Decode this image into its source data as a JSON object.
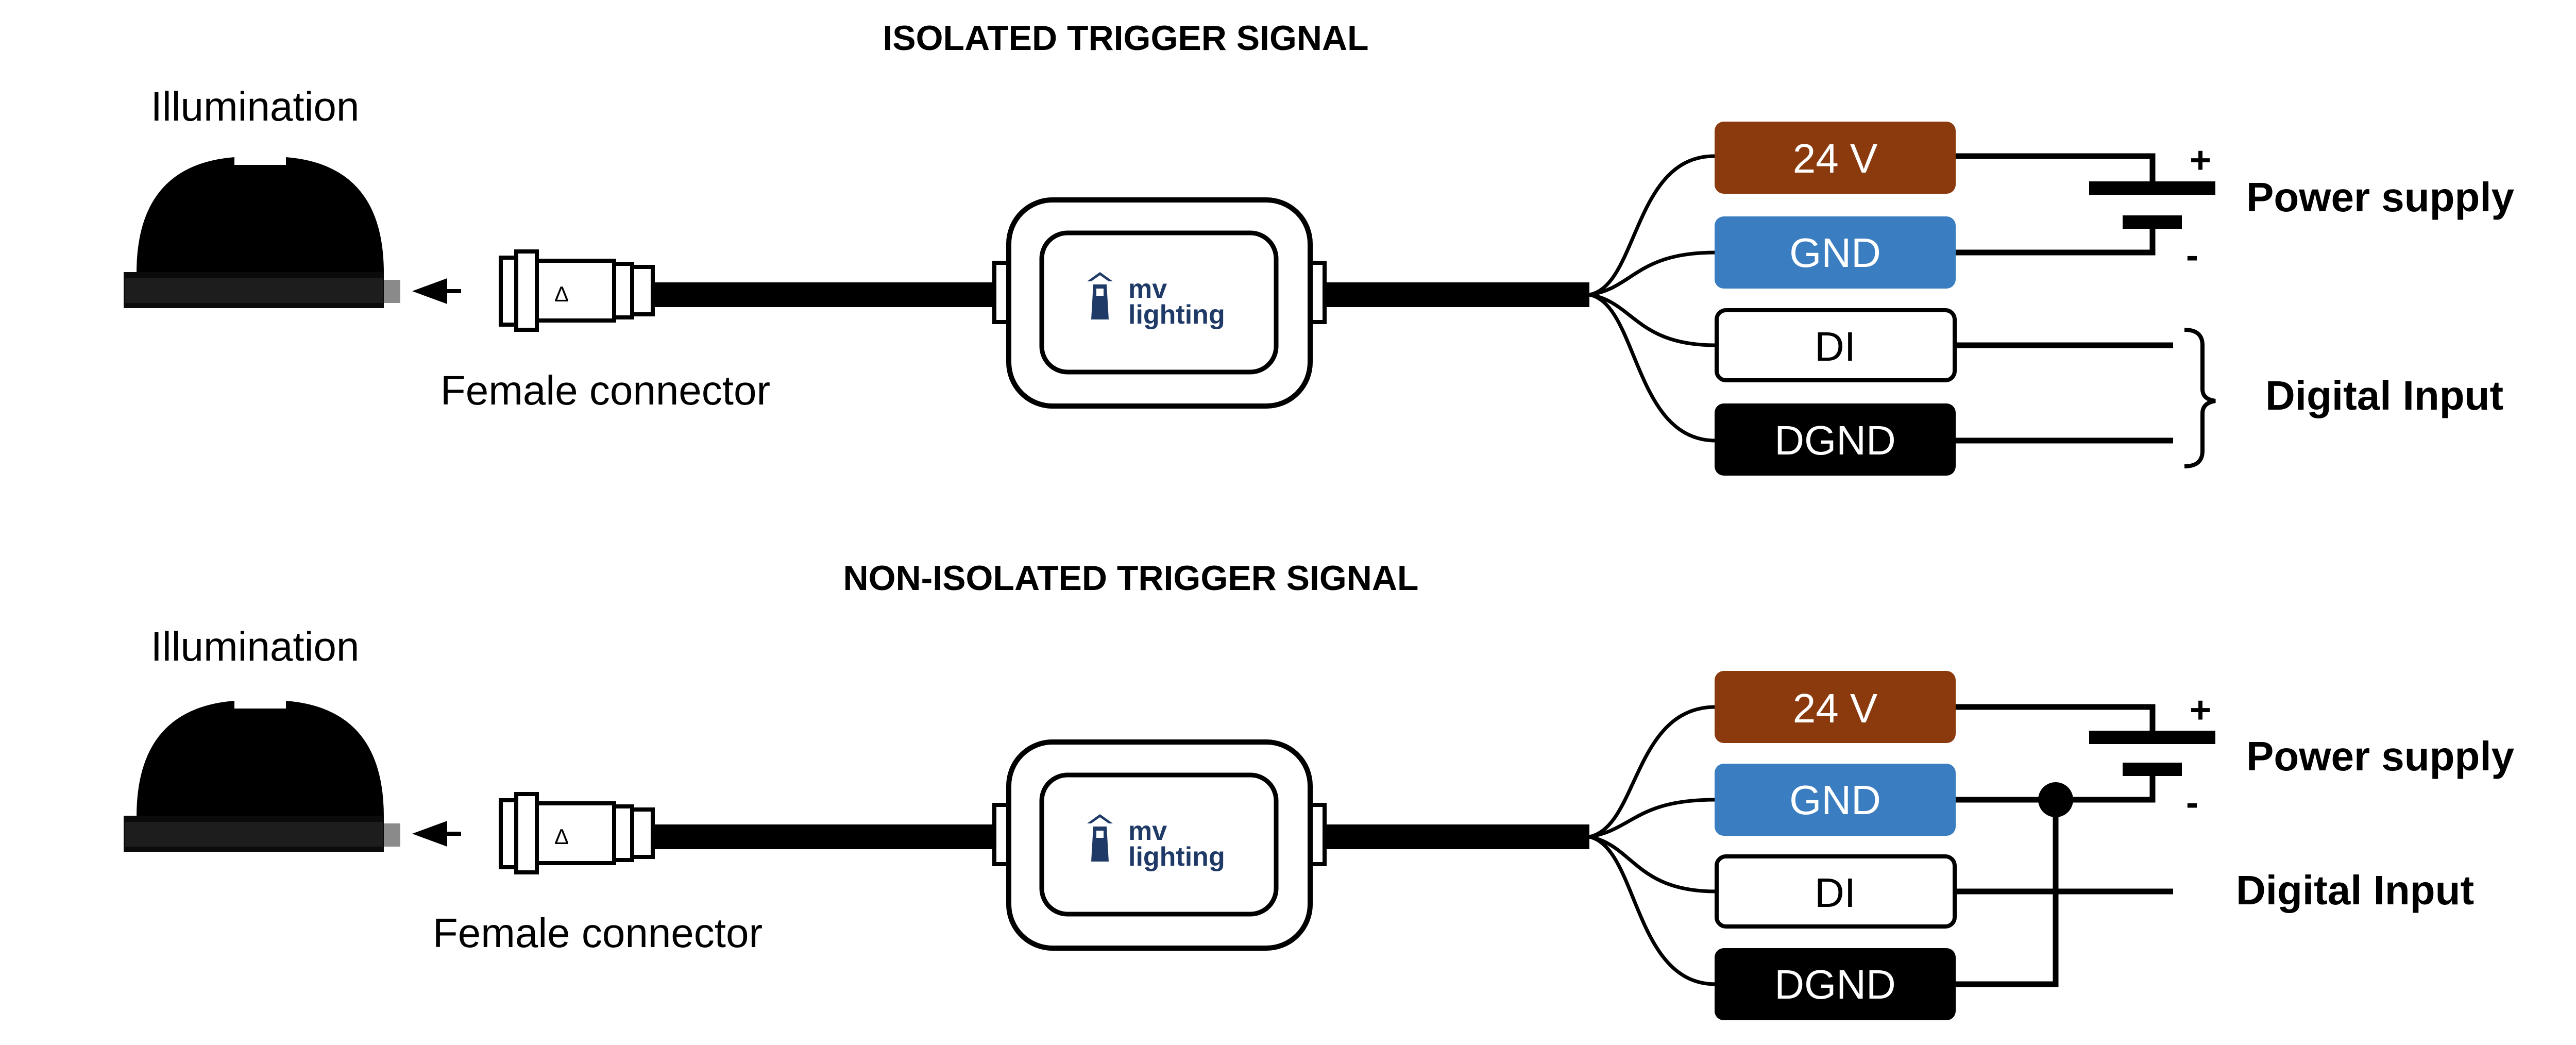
{
  "colors": {
    "v24_fill": "#8B3A0E",
    "gnd_fill": "#3A7DC0",
    "di_fill": "#FFFFFF",
    "dgnd_fill": "#000000",
    "line": "#000000",
    "logo_blue": "#1F3A66"
  },
  "panels": [
    {
      "title": "ISOLATED TRIGGER SIGNAL",
      "illumination_label": "Illumination",
      "connector_label": "Female connector",
      "logo_line1": "mv",
      "logo_line2": "lighting",
      "connector_mark": "Δ",
      "terminals": [
        {
          "label": "24 V"
        },
        {
          "label": "GND"
        },
        {
          "label": "DI"
        },
        {
          "label": "DGND"
        }
      ],
      "plus_sign": "+",
      "minus_sign": "-",
      "power_label": "Power supply",
      "digital_label": "Digital Input"
    },
    {
      "title": "NON-ISOLATED TRIGGER SIGNAL",
      "illumination_label": "Illumination",
      "connector_label": "Female connector",
      "logo_line1": "mv",
      "logo_line2": "lighting",
      "connector_mark": "Δ",
      "terminals": [
        {
          "label": "24 V"
        },
        {
          "label": "GND"
        },
        {
          "label": "DI"
        },
        {
          "label": "DGND"
        }
      ],
      "plus_sign": "+",
      "minus_sign": "-",
      "power_label": "Power supply",
      "digital_label": "Digital Input"
    }
  ]
}
